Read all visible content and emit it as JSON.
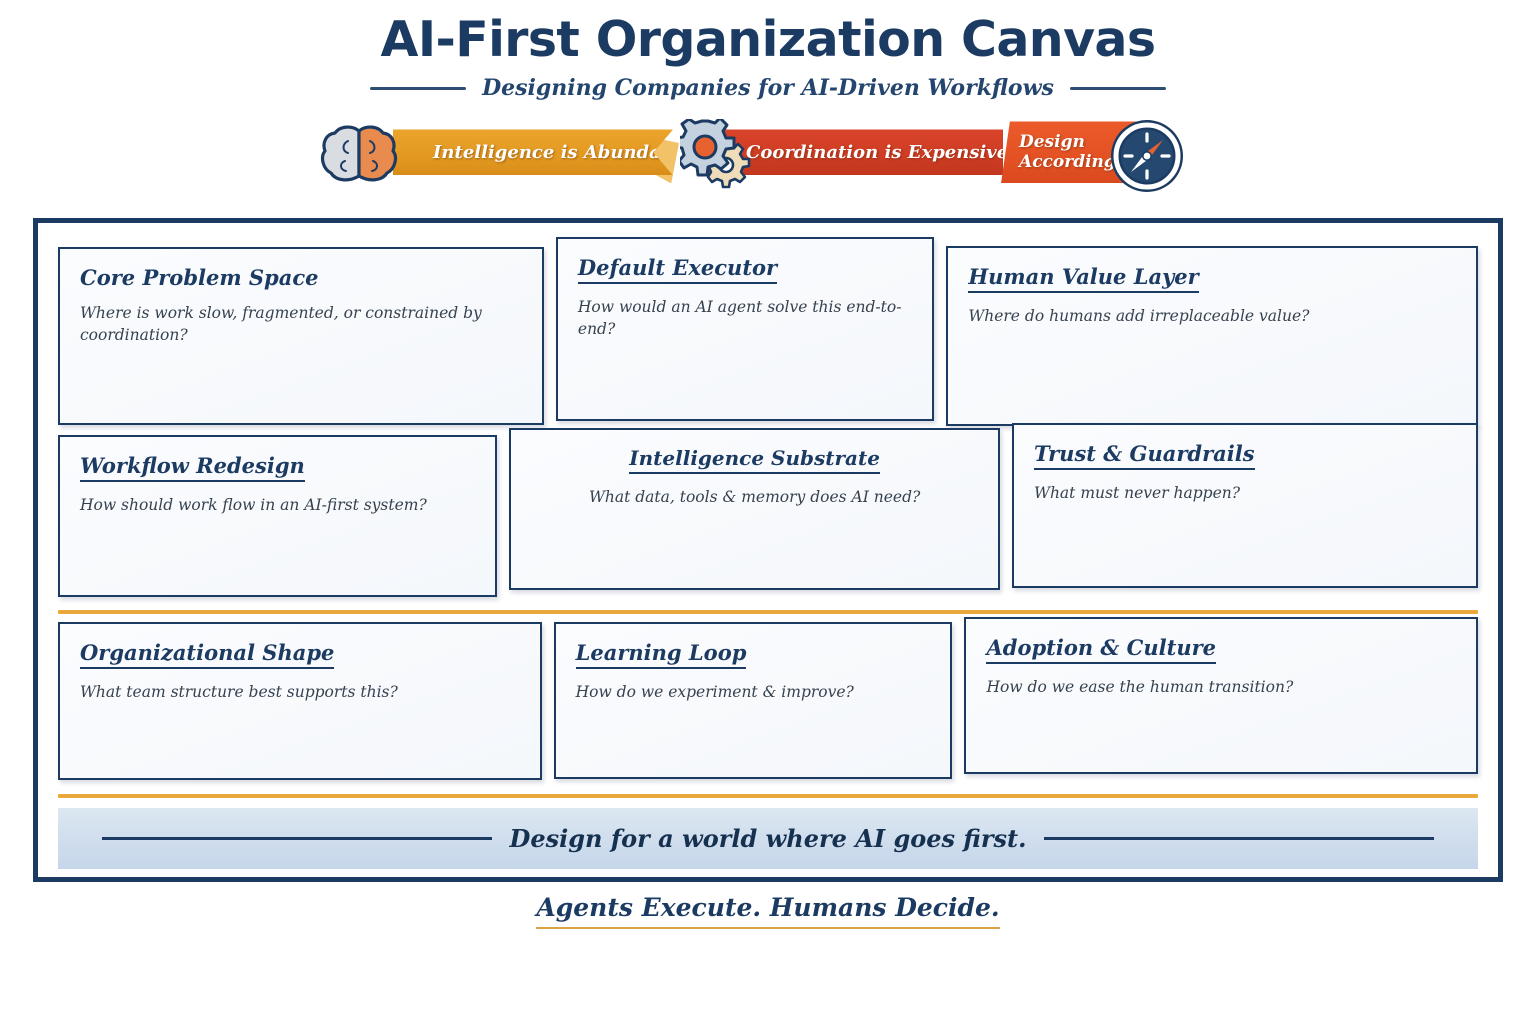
{
  "header": {
    "title": "AI-First Organization Canvas",
    "subtitle": "Designing Companies for AI-Driven Workflows"
  },
  "banner": {
    "segments": [
      {
        "label": "Intelligence is Abundant",
        "icon": "brain-icon",
        "color": "#e49a22"
      },
      {
        "label": "Coordination is Expensive",
        "icon": "gear-icon",
        "color": "#cf3d24"
      },
      {
        "label": "Design Accordingly",
        "icon": "compass-icon",
        "color": "#e45124"
      }
    ]
  },
  "canvas": {
    "rows": [
      {
        "cards": [
          {
            "title": "Core Problem Space",
            "question": "Where is work slow, fragmented, or constrained by coordination?",
            "underlined": false,
            "align": "left"
          },
          {
            "title": "Default Executor",
            "question": "How would an AI agent solve this end-to-end?",
            "underlined": true,
            "align": "left"
          },
          {
            "title": "Human Value Layer",
            "question": "Where do humans add irreplaceable value?",
            "underlined": true,
            "align": "left"
          }
        ]
      },
      {
        "cards": [
          {
            "title": "Workflow Redesign",
            "question": "How should work flow in an AI-first system?",
            "underlined": true,
            "align": "left"
          },
          {
            "title": "Intelligence Substrate",
            "question": "What data, tools & memory does AI need?",
            "underlined": true,
            "align": "center"
          },
          {
            "title": "Trust & Guardrails",
            "question": "What must never happen?",
            "underlined": true,
            "align": "left"
          }
        ]
      },
      {
        "cards": [
          {
            "title": "Organizational Shape",
            "question": "What team structure best supports this?",
            "underlined": true,
            "align": "left"
          },
          {
            "title": "Learning Loop",
            "question": "How do we experiment & improve?",
            "underlined": true,
            "align": "left"
          },
          {
            "title": "Adoption & Culture",
            "question": "How do we ease the human transition?",
            "underlined": true,
            "align": "left"
          }
        ]
      }
    ],
    "footer_band_text": "Design for a world where AI goes first."
  },
  "tagline": "Agents Execute. Humans Decide.",
  "colors": {
    "navy": "#1c3b63",
    "amber": "#e8a93a",
    "gold": "#e49a22",
    "red": "#cf3d24",
    "orange": "#e45124",
    "band": "#cfdded"
  }
}
